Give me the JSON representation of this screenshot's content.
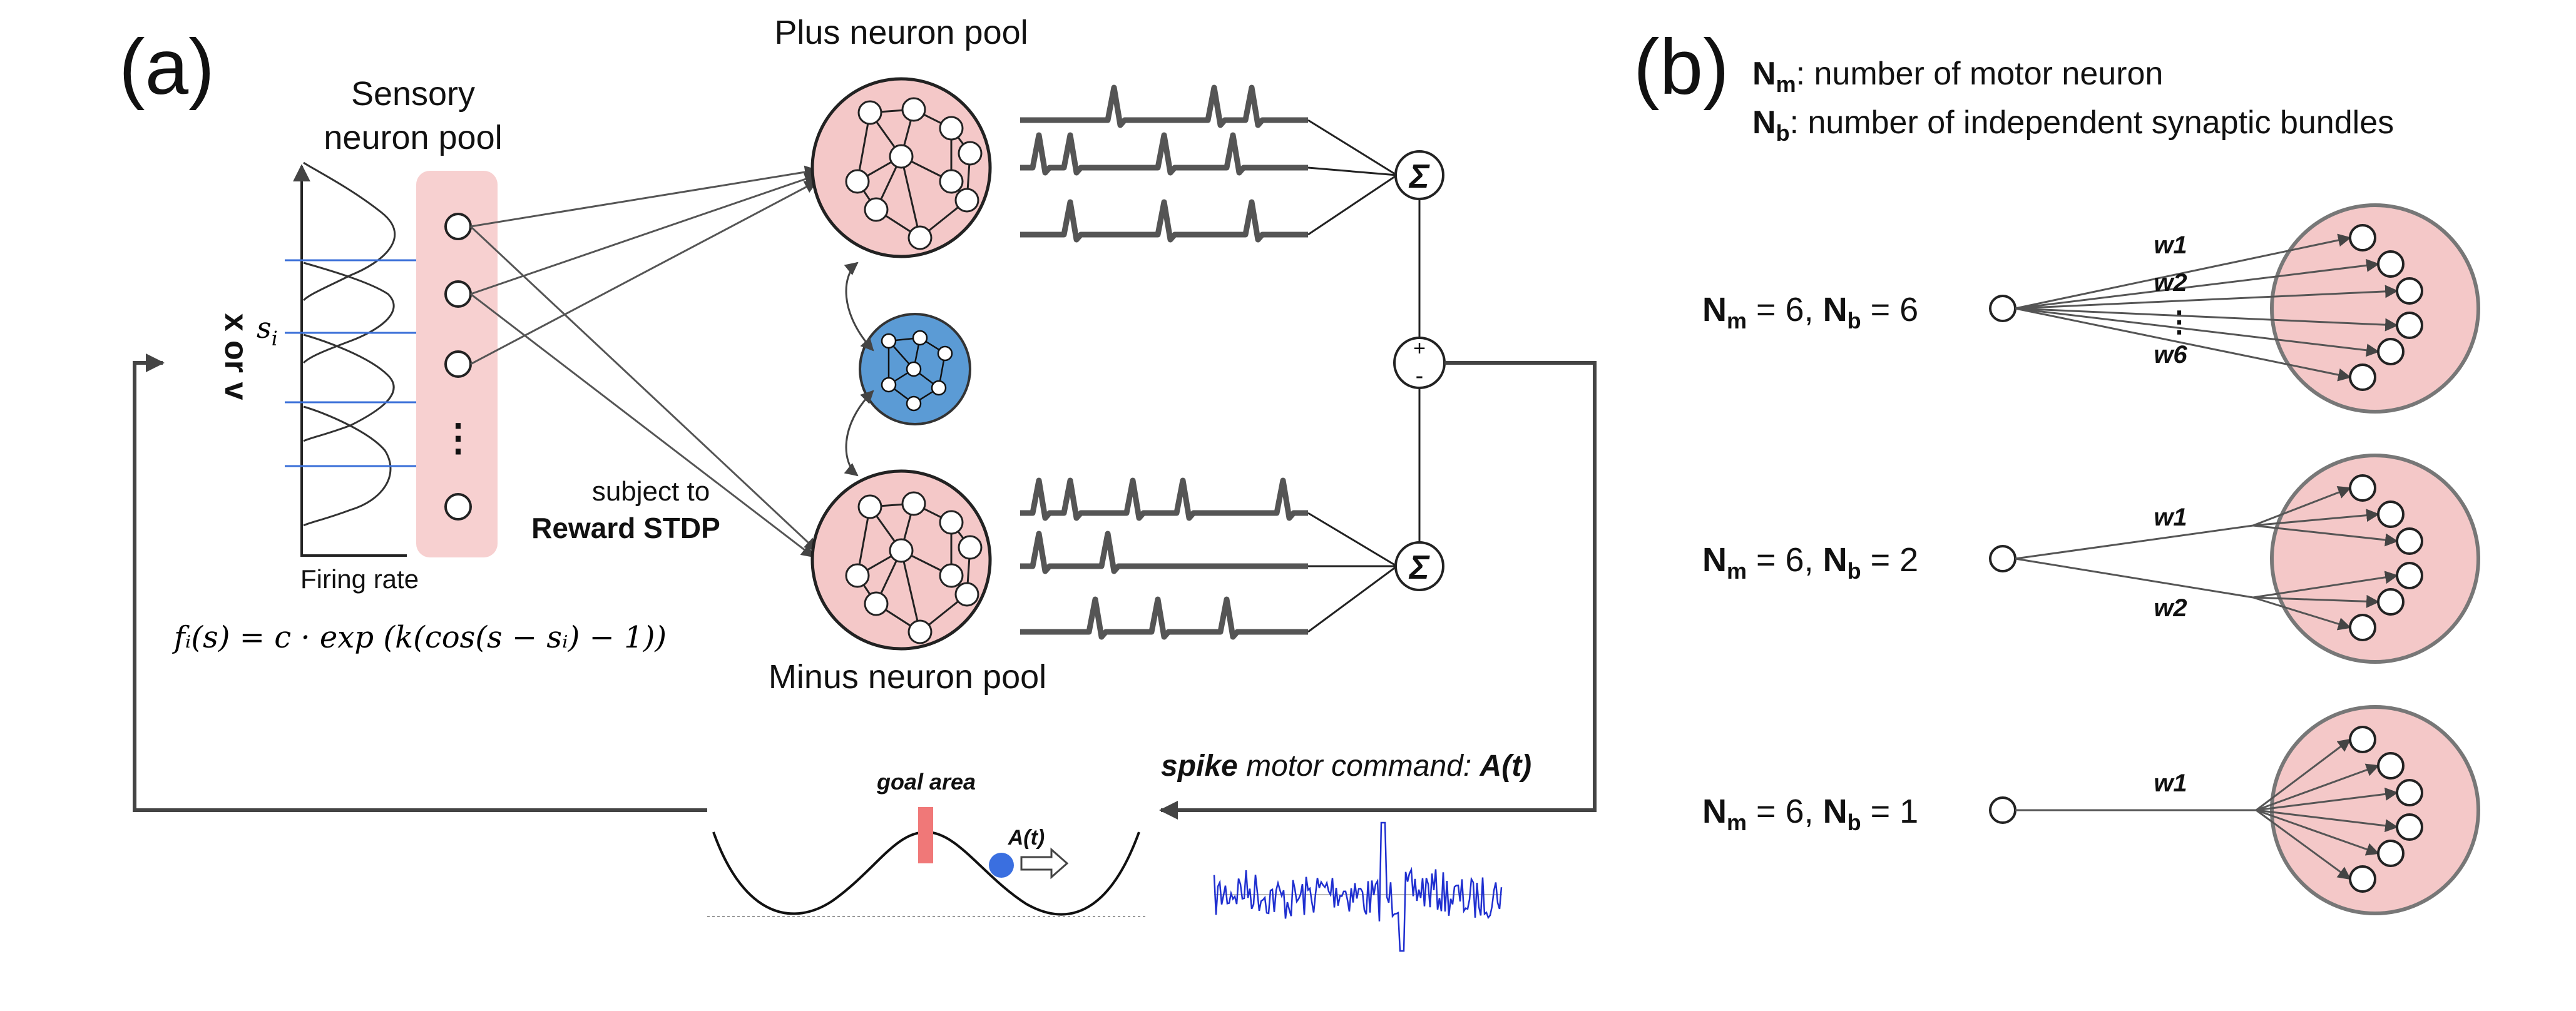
{
  "panel_a": {
    "label": "(a)",
    "sensory_pool": {
      "line1": "Sensory",
      "line2": "neuron pool"
    },
    "axis_label": "x or v",
    "s_i": "s",
    "s_i_sub": "i",
    "firing_rate": "Firing rate",
    "dots": "⋮",
    "formula": "fᵢ(s) = c · exp (k(cos(s − sᵢ) − 1))",
    "plus_pool": "Plus neuron pool",
    "minus_pool": "Minus neuron pool",
    "subject_to": "subject to",
    "reward_stdp": "Reward STDP",
    "sigma": "Σ",
    "plus_sign": "+",
    "minus_sign": "-",
    "goal_area": "goal area",
    "a_t_small": "A(t)",
    "motor_cmd": {
      "spike": "spike",
      "middle": " motor command: ",
      "a_t": "A(t)"
    },
    "colors": {
      "pool_fill": "#f4c8c8",
      "inter_fill": "#5b9bd5",
      "goal": "#f07878",
      "ball": "#3a6fe0",
      "trace": "#1f2fd0",
      "sensory_bg": "#f7d0d0"
    }
  },
  "panel_b": {
    "label": "(b)",
    "legend": {
      "nm_letter": "N",
      "nm_sub": "m",
      "nm_text": ": number of motor neuron",
      "nb_letter": "N",
      "nb_sub": "b",
      "nb_text": ": number of independent synaptic bundles"
    },
    "rows": [
      {
        "n": "N",
        "m": "m",
        "m_eq": " = 6, ",
        "n2": "N",
        "b": "b",
        "b_eq": " = 6",
        "weights": [
          "w1",
          "w2",
          "⋮",
          "w6"
        ]
      },
      {
        "n": "N",
        "m": "m",
        "m_eq": " = 6, ",
        "n2": "N",
        "b": "b",
        "b_eq": " = 2",
        "weights": [
          "w1",
          "w2"
        ]
      },
      {
        "n": "N",
        "m": "m",
        "m_eq": " = 6, ",
        "n2": "N",
        "b": "b",
        "b_eq": " = 1",
        "weights": [
          "w1"
        ]
      }
    ]
  }
}
